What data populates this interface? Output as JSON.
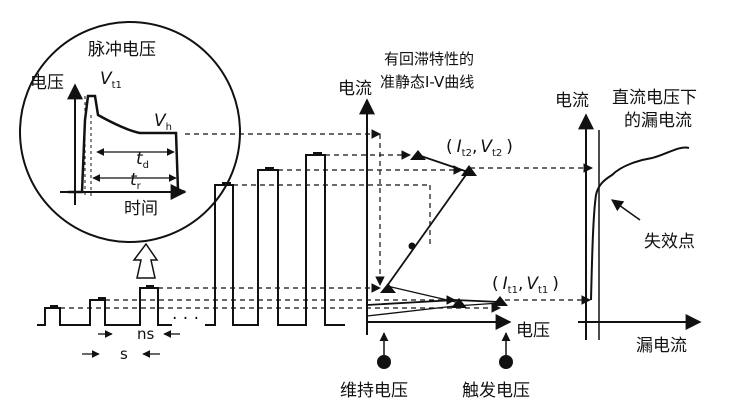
{
  "colors": {
    "ink": "#111111",
    "background": "#ffffff"
  },
  "inset": {
    "title": "脉冲电压",
    "y_axis": "电压",
    "x_axis": "时间",
    "vt1_main": "V",
    "vt1_sub": "t1",
    "vh_main": "V",
    "vh_sub": "h",
    "td_main": "t",
    "td_sub": "d",
    "tr_main": "t",
    "tr_sub": "r"
  },
  "pulse_train": {
    "ns_label": "ns",
    "s_label": "s",
    "dots": "· · ·"
  },
  "iv_plot": {
    "y_axis": "电流",
    "x_axis": "电压",
    "title_line1": "有回滞特性的",
    "title_line2": "准静态I-V曲线",
    "pt2_open": "(",
    "pt2_I": "I",
    "pt2_I_sub": "t2",
    "pt2_comma": ",",
    "pt2_V": "V",
    "pt2_V_sub": "t2",
    "pt2_close": ")",
    "pt1_open": "(",
    "pt1_I": "I",
    "pt1_I_sub": "t1",
    "pt1_comma": ",",
    "pt1_V": "V",
    "pt1_V_sub": "t1",
    "pt1_close": ")",
    "holding_voltage": "维持电压",
    "trigger_voltage": "触发电压"
  },
  "leakage_plot": {
    "y_axis": "电流",
    "x_axis": "漏电流",
    "title_line1": "直流电压下",
    "title_line2": "的漏电流",
    "failure_point": "失效点"
  }
}
